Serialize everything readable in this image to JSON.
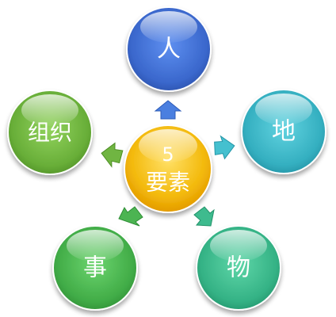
{
  "center": {
    "number": "5",
    "label": "要素",
    "color": "#F2B705"
  },
  "nodes": [
    {
      "id": "ren",
      "label": "人",
      "color": "#3E6FD0"
    },
    {
      "id": "di",
      "label": "地",
      "color": "#3BB3C3"
    },
    {
      "id": "wu",
      "label": "物",
      "color": "#39B58A"
    },
    {
      "id": "shi",
      "label": "事",
      "color": "#45AE4C"
    },
    {
      "id": "zuzhi",
      "label": "组织",
      "color": "#6CAF3A"
    }
  ]
}
